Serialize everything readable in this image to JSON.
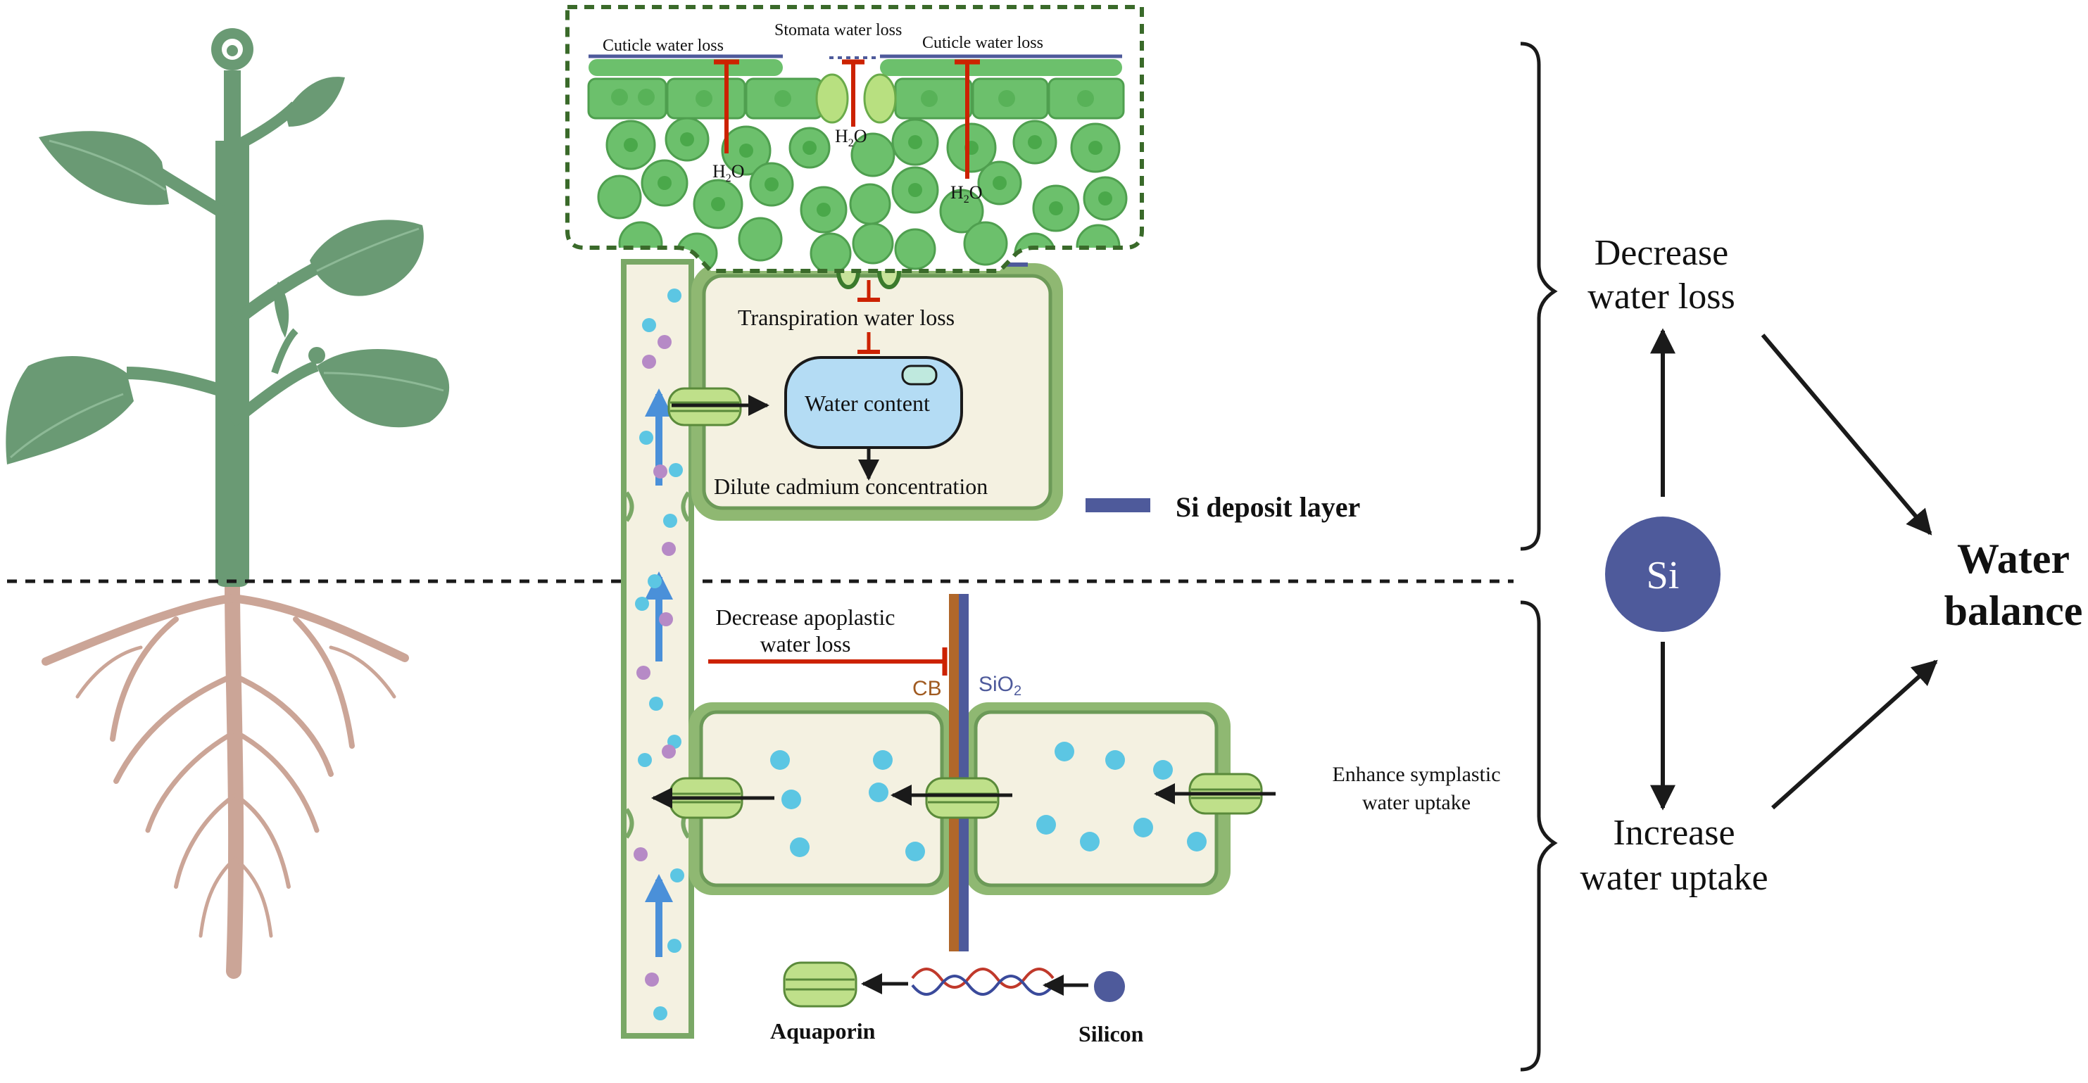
{
  "labels": {
    "cuticle_left": "Cuticle water loss",
    "stomata": "Stomata water loss",
    "cuticle_right": "Cuticle water loss",
    "h2o_1": "H",
    "h2o_2": "H",
    "h2o_3": "H",
    "h2o_sub": "2",
    "h2o_o": "O",
    "transpiration": "Transpiration water loss",
    "water_content": "Water content",
    "dilute": "Dilute  cadmium concentration",
    "si_deposit": "Si deposit layer",
    "decrease_apoplastic_1": "Decrease apoplastic",
    "decrease_apoplastic_2": "water loss",
    "cb": "CB",
    "sio2_si": "SiO",
    "sio2_sub": "2",
    "enhance_1": "Enhance symplastic",
    "enhance_2": "water uptake",
    "aquaporin": "Aquaporin",
    "silicon": "Silicon",
    "decrease_loss_1": "Decrease",
    "decrease_loss_2": "water loss",
    "increase_uptake_1": "Increase",
    "increase_uptake_2": "water uptake",
    "si": "Si",
    "water_balance_1": "Water",
    "water_balance_2": "balance"
  },
  "colors": {
    "plant": "#6a9a74",
    "root": "#cba597",
    "leaf_cells": "#6cc06c",
    "cell_fill": "#f4f1e1",
    "cell_wall": "#7aa866",
    "si_layer": "#4e5a9b",
    "inhibit": "#cc2200",
    "water_dot": "#5cc6e3",
    "solute_dot": "#b68ac6",
    "aquaporin": "#bfe08a",
    "si_circle": "#4e5a9b",
    "cb_band": "#b0672a"
  },
  "icons": [
    "plant-illustration",
    "aquaporin-icon",
    "silicon-icon",
    "dna-strand-icon",
    "stoma-icon",
    "vacuole-icon"
  ]
}
